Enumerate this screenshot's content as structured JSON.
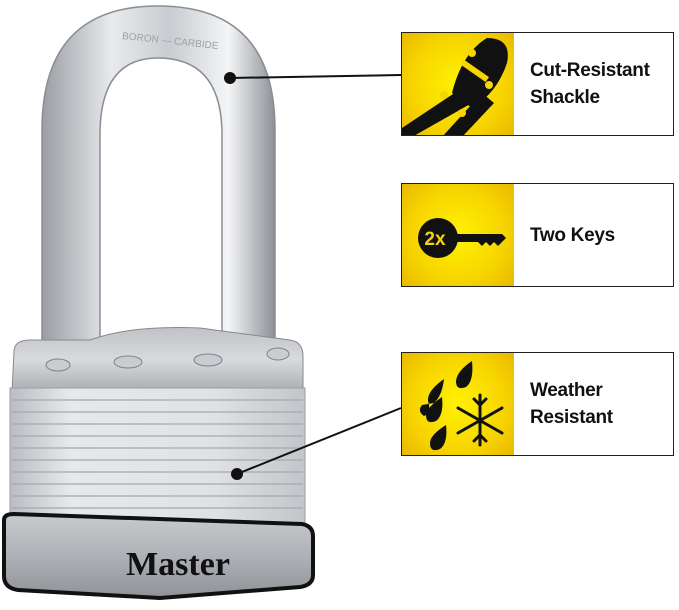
{
  "product": {
    "brand_text": "Master",
    "shackle_engraving": "BORON — CARBIDE"
  },
  "features": [
    {
      "label_line1": "Cut-Resistant",
      "label_line2": "Shackle",
      "icon": "bolt-cutter-icon"
    },
    {
      "label_line1": "Two Keys",
      "label_line2": "",
      "icon": "key-icon",
      "icon_text": "2x"
    },
    {
      "label_line1": "Weather",
      "label_line2": "Resistant",
      "icon": "rain-snowflake-icon"
    }
  ],
  "colors": {
    "accent": "#f7d500",
    "text": "#111111",
    "border": "#222222"
  }
}
